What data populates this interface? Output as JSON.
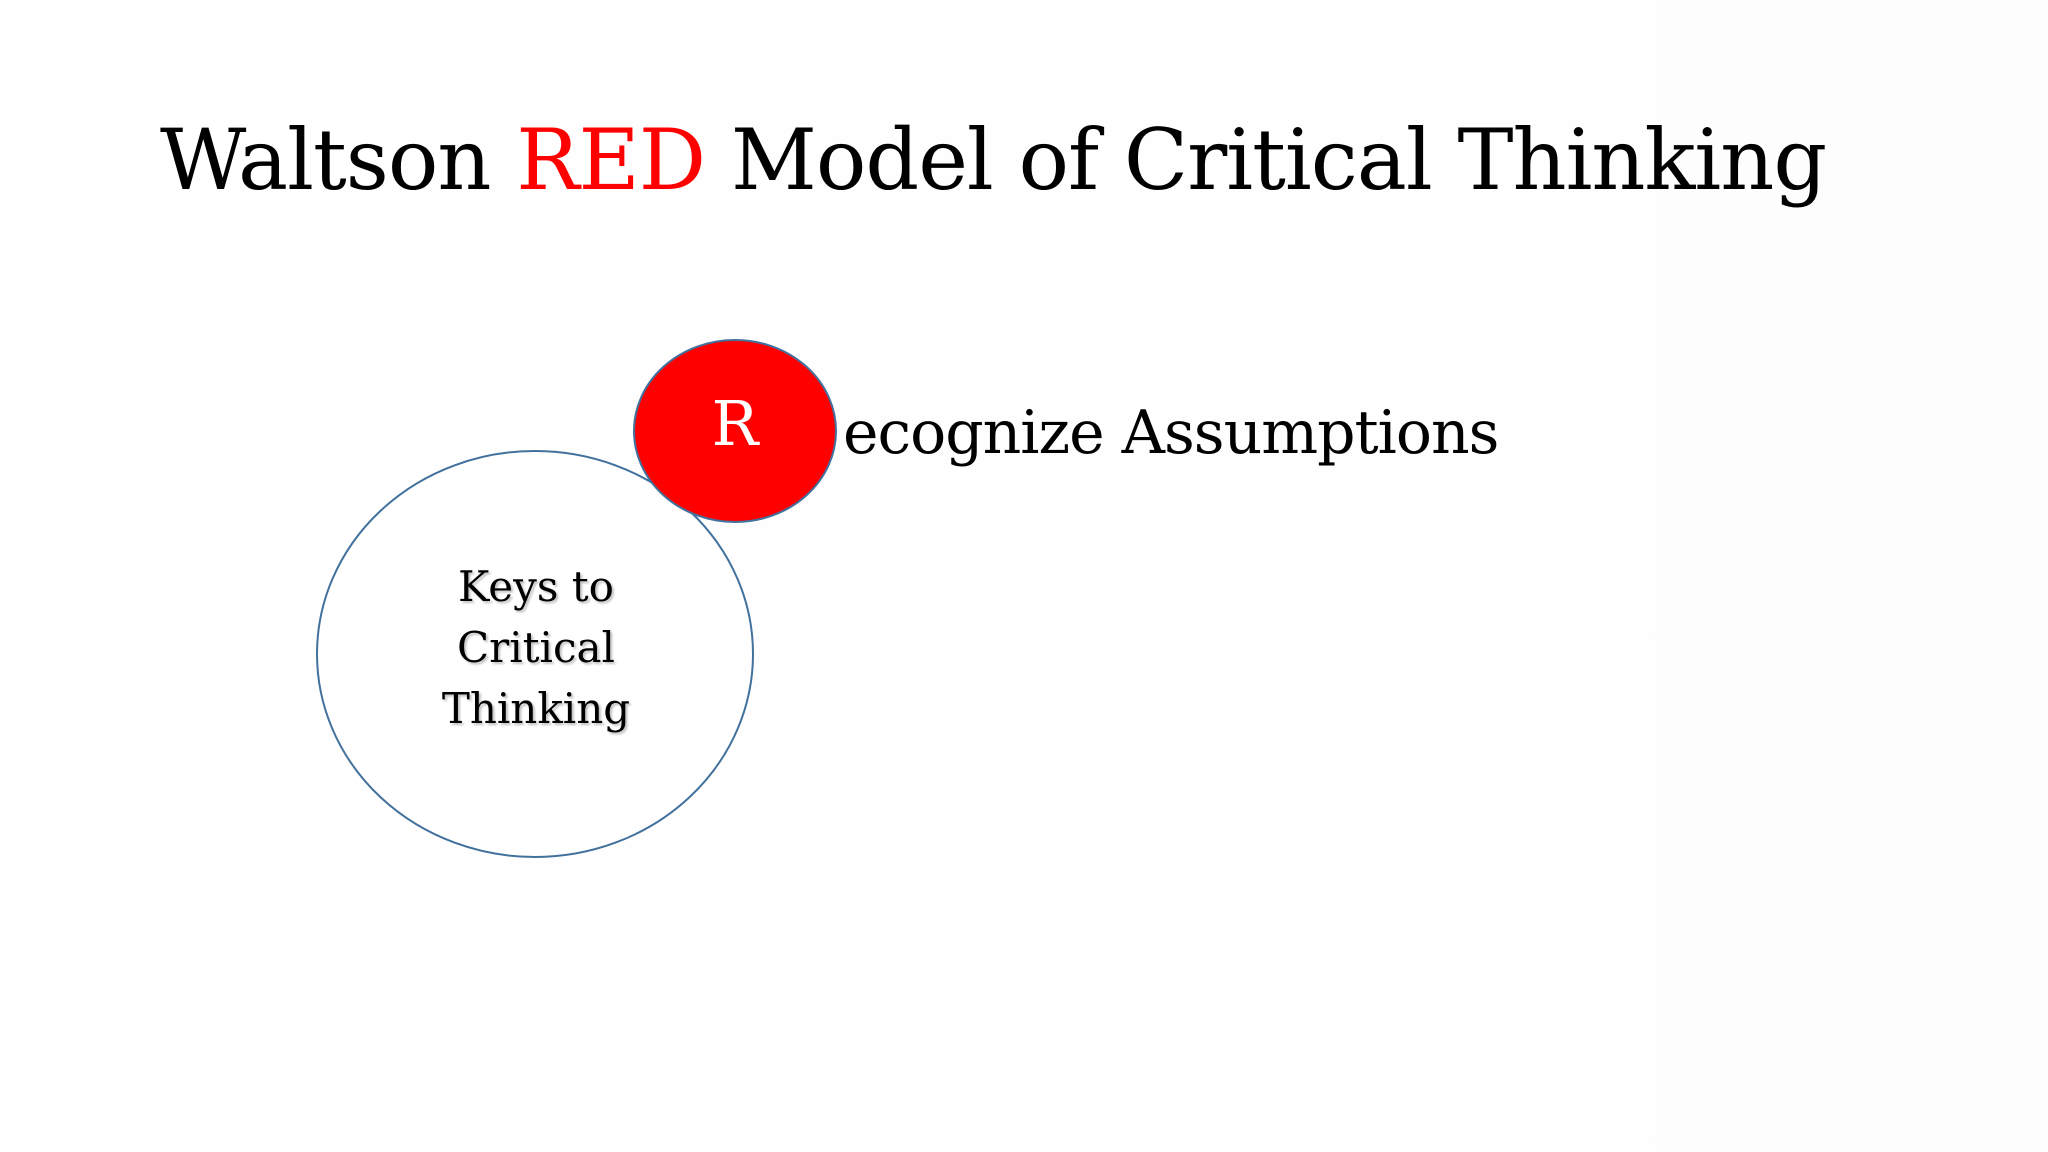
{
  "title": {
    "part1": "Waltson ",
    "accent": "RED",
    "part2": " Model of Critical Thinking",
    "accent_color": "#ff0000"
  },
  "diagram": {
    "center": {
      "lines": [
        "Keys to",
        "Critical",
        "Thinking"
      ],
      "fill": "#ffffff",
      "stroke": "#41719c"
    },
    "steps": [
      {
        "letter": "R",
        "rest": "ecognize Assumptions",
        "fill": "#ff0000",
        "stroke": "#41719c"
      }
    ]
  }
}
